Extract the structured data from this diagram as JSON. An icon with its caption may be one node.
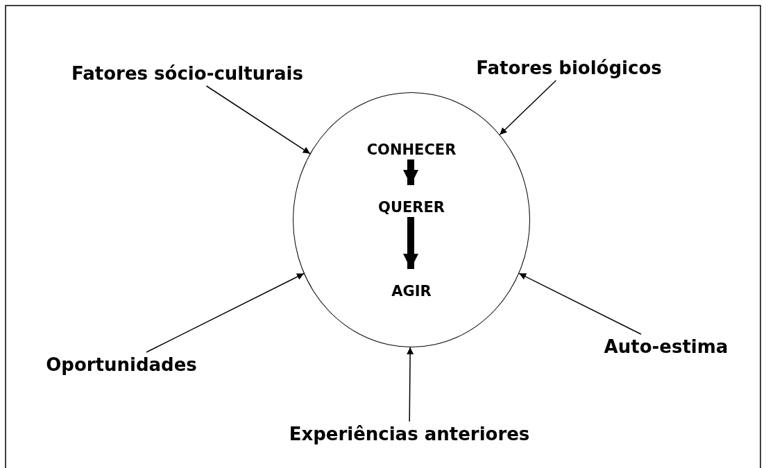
{
  "diagram": {
    "nodes": [
      {
        "text": [],
        "shape": "circle"
      },
      {
        "text": [
          "CONHECER"
        ],
        "in": 0
      },
      {
        "text": [
          "QUERER"
        ],
        "in": 0
      },
      {
        "text": [
          "AGIR"
        ],
        "in": 0
      },
      {
        "text": [
          "Fatores sócio-culturais"
        ]
      },
      {
        "text": [
          "Fatores biológicos"
        ]
      },
      {
        "text": [
          "Oportunidades"
        ]
      },
      {
        "text": [
          "Auto-estima"
        ]
      },
      {
        "text": [
          "Experiências anteriores"
        ]
      }
    ],
    "edges": [
      {
        "from": 1,
        "to": 2,
        "arrow": "to",
        "style": "thick"
      },
      {
        "from": 2,
        "to": 3,
        "arrow": "to",
        "style": "thick"
      },
      {
        "from": 4,
        "to": 0,
        "arrow": "to"
      },
      {
        "from": 5,
        "to": 0,
        "arrow": "to"
      },
      {
        "from": 6,
        "to": 0,
        "arrow": "to"
      },
      {
        "from": 7,
        "to": 0,
        "arrow": "to"
      },
      {
        "from": 8,
        "to": 0,
        "arrow": "to"
      }
    ]
  }
}
